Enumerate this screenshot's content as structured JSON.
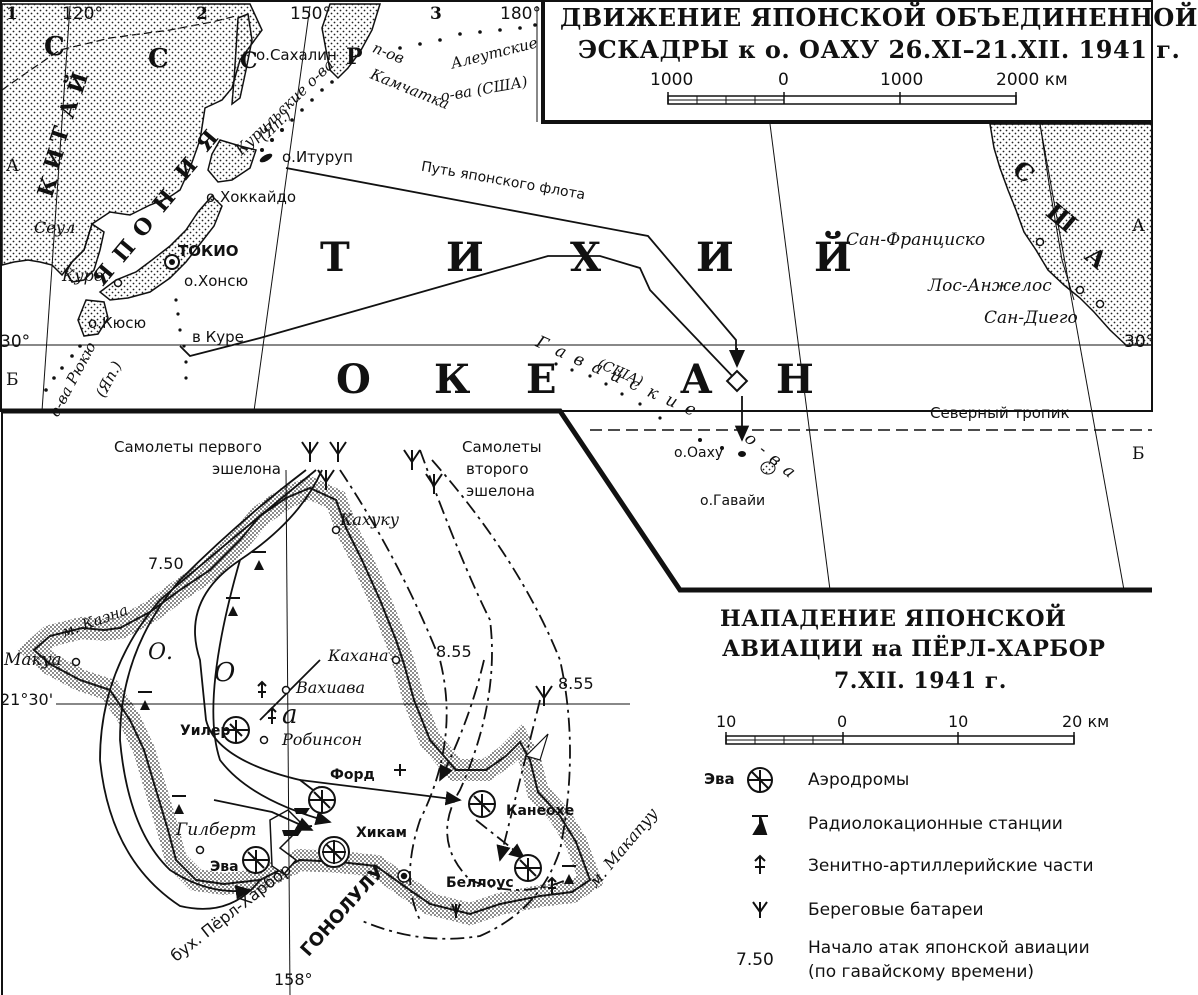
{
  "top_map": {
    "title_line1": "ДВИЖЕНИЕ ЯПОНСКОЙ ОБЪЕДИНЕННОЙ",
    "title_line2": "ЭСКАДРЫ к о. ОАХУ 26.XI–21.XII. 1941 г.",
    "scale_labels": [
      "1000",
      "0",
      "1000",
      "2000 км"
    ],
    "grid_columns": [
      "1",
      "2",
      "3"
    ],
    "grid_rows_left": [
      "А",
      "Б"
    ],
    "grid_rows_right": [
      "А",
      "Б"
    ],
    "longitudes": [
      "120°",
      "150°",
      "180°"
    ],
    "latitude_left": "30°",
    "latitude_right": "30°",
    "ocean_words": [
      "Т",
      "И",
      "Х",
      "И",
      "Й",
      "О",
      "К",
      "Е",
      "А",
      "Н"
    ],
    "country_letters": {
      "ussr": [
        "С",
        "С",
        "С",
        "Р"
      ],
      "china": [
        "К",
        "И",
        "Т",
        "А",
        "Й"
      ],
      "japan": [
        "Я",
        "П",
        "О",
        "Н",
        "И",
        "Я"
      ],
      "usa": [
        "С",
        "Ш",
        "А"
      ]
    },
    "places": {
      "sakhalin": "о.Сахалин",
      "kamchatka_1": "п-ов",
      "kamchatka_2": "Камчатка",
      "aleutian_1": "Алеутские",
      "aleutian_2": "о-ва (США)",
      "kuril_1": "Курильские о-ва",
      "kuril_2": "(Яп.)",
      "iturup": "о.Итуруп",
      "hokkaido": "о.Хоккайдо",
      "tokyo": "ТОКИО",
      "honshu": "о.Хонсю",
      "seoul": "Сеул",
      "kure": "Куре",
      "kyushu": "о.Кюсю",
      "ryukyu_1": "о-ва Рюкю",
      "ryukyu_2": "(Яп.)",
      "to_kure": "в Куре",
      "fleet_route": "Путь японского флота",
      "hawaii_1": "Гавайские",
      "hawaii_2": "(США)",
      "hawaii_3": "о-ва",
      "oahu": "о.Оаху",
      "hawaii_island": "о.Гавайи",
      "tropic": "Северный тропик",
      "san_francisco": "Сан-Франциско",
      "los_angeles": "Лос-Анжелос",
      "san_diego": "Сан-Диего"
    }
  },
  "bottom_map": {
    "title_line1": "НАПАДЕНИЕ ЯПОНСКОЙ",
    "title_line2": "АВИАЦИИ на ПЁРЛ-ХАРБОР",
    "title_line3": "7.XII. 1941 г.",
    "scale_labels": [
      "10",
      "0",
      "10",
      "20 км"
    ],
    "first_wave_1": "Самолеты первого",
    "first_wave_2": "эшелона",
    "second_wave_1": "Самолеты",
    "second_wave_2": "второго",
    "second_wave_3": "эшелона",
    "latitude": "21°30'",
    "longitude": "158°",
    "times": [
      "7.50",
      "8.55",
      "8.55"
    ],
    "places": {
      "kahuku": "Кахуку",
      "kaena": "м. Каэна",
      "makua": "Макуа",
      "kahana": "Кахана",
      "wahiawa": "Вахиава",
      "wheeler": "Уилер",
      "robinson": "Робинсон",
      "island_o": "О.",
      "island_a": "О",
      "island_c": "а",
      "ford": "Форд",
      "kaneohe": "Канеохе",
      "gilbert": "Гилберт",
      "hickam": "Хикам",
      "ewa": "Эва",
      "bellows": "Беллоус",
      "makapuu": "м. Макапуу",
      "pearl_harbor": "бух. Пёрл-Харбор",
      "honolulu": "ГОНОЛУЛУ"
    }
  },
  "legend": {
    "items": [
      {
        "key": "Эва",
        "icon": "airfield-icon",
        "label": "Аэродромы"
      },
      {
        "key": "",
        "icon": "radar-station-icon",
        "label": "Радиолокационные станции"
      },
      {
        "key": "",
        "icon": "anti-aircraft-icon",
        "label": "Зенитно-артиллерийские части"
      },
      {
        "key": "",
        "icon": "coastal-battery-icon",
        "label": "Береговые батареи"
      },
      {
        "key": "7.50",
        "icon": "",
        "label": "Начало атак японской авиации"
      }
    ],
    "last_label_line2": "(по гавайскому времени)"
  }
}
